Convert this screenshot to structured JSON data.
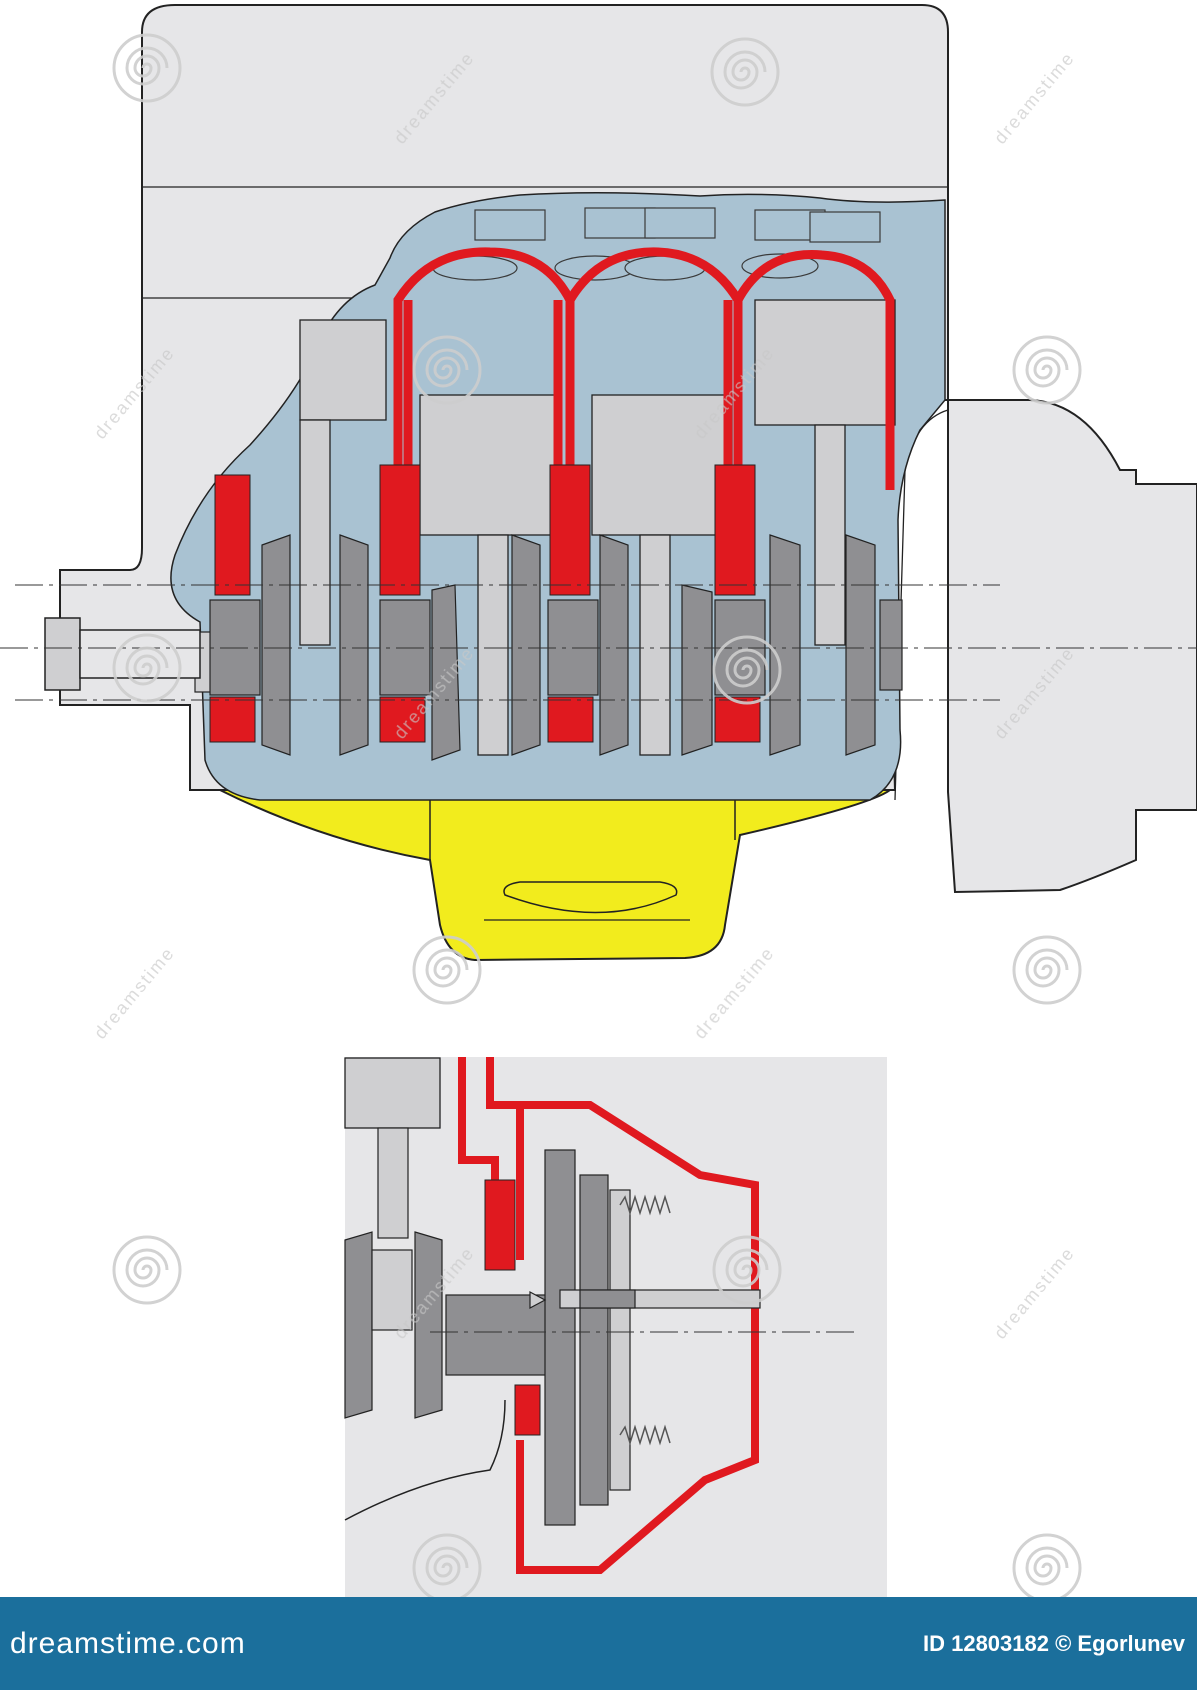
{
  "watermark": {
    "text": "dreamstime",
    "brand": "dreamstime.com",
    "credit": "ID 12803182 © Egorlunev",
    "footer_color": "#1b6f9c"
  },
  "colors": {
    "housing": "#e6e6e8",
    "crankcase": "#a9c2d2",
    "oil_sump": "#f2ec1d",
    "oil_passage": "#e0191f",
    "metal_dark": "#8f8f92",
    "metal_light": "#cfcfd1",
    "outline": "#222222"
  },
  "icons": [
    "spiral-watermark-icon"
  ]
}
